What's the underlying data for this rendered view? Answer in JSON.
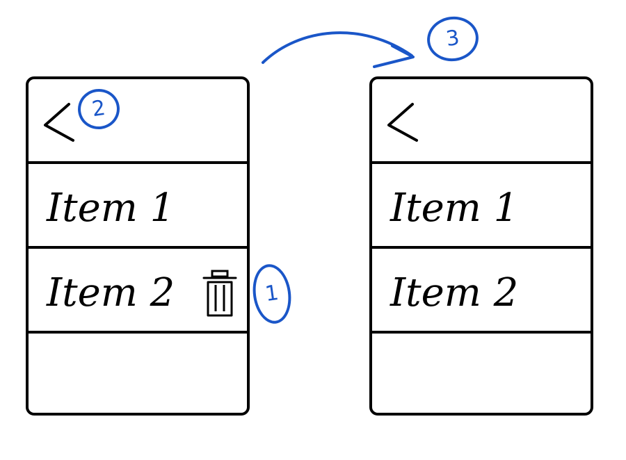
{
  "left_screen": {
    "header": {
      "back": "<"
    },
    "items": [
      {
        "label": "Item 1"
      },
      {
        "label": "Item 2"
      }
    ]
  },
  "right_screen": {
    "header": {
      "back": "<"
    },
    "items": [
      {
        "label": "Item 1"
      },
      {
        "label": "Item 2"
      }
    ]
  },
  "annotations": {
    "trash_step": "1",
    "back_step": "2",
    "result_step": "3"
  },
  "icons": {
    "back": "chevron-left-icon",
    "trash": "trash-icon",
    "flow_arrow": "curved-arrow-icon"
  },
  "colors": {
    "ink": "#000000",
    "annotation": "#1a56c8"
  }
}
